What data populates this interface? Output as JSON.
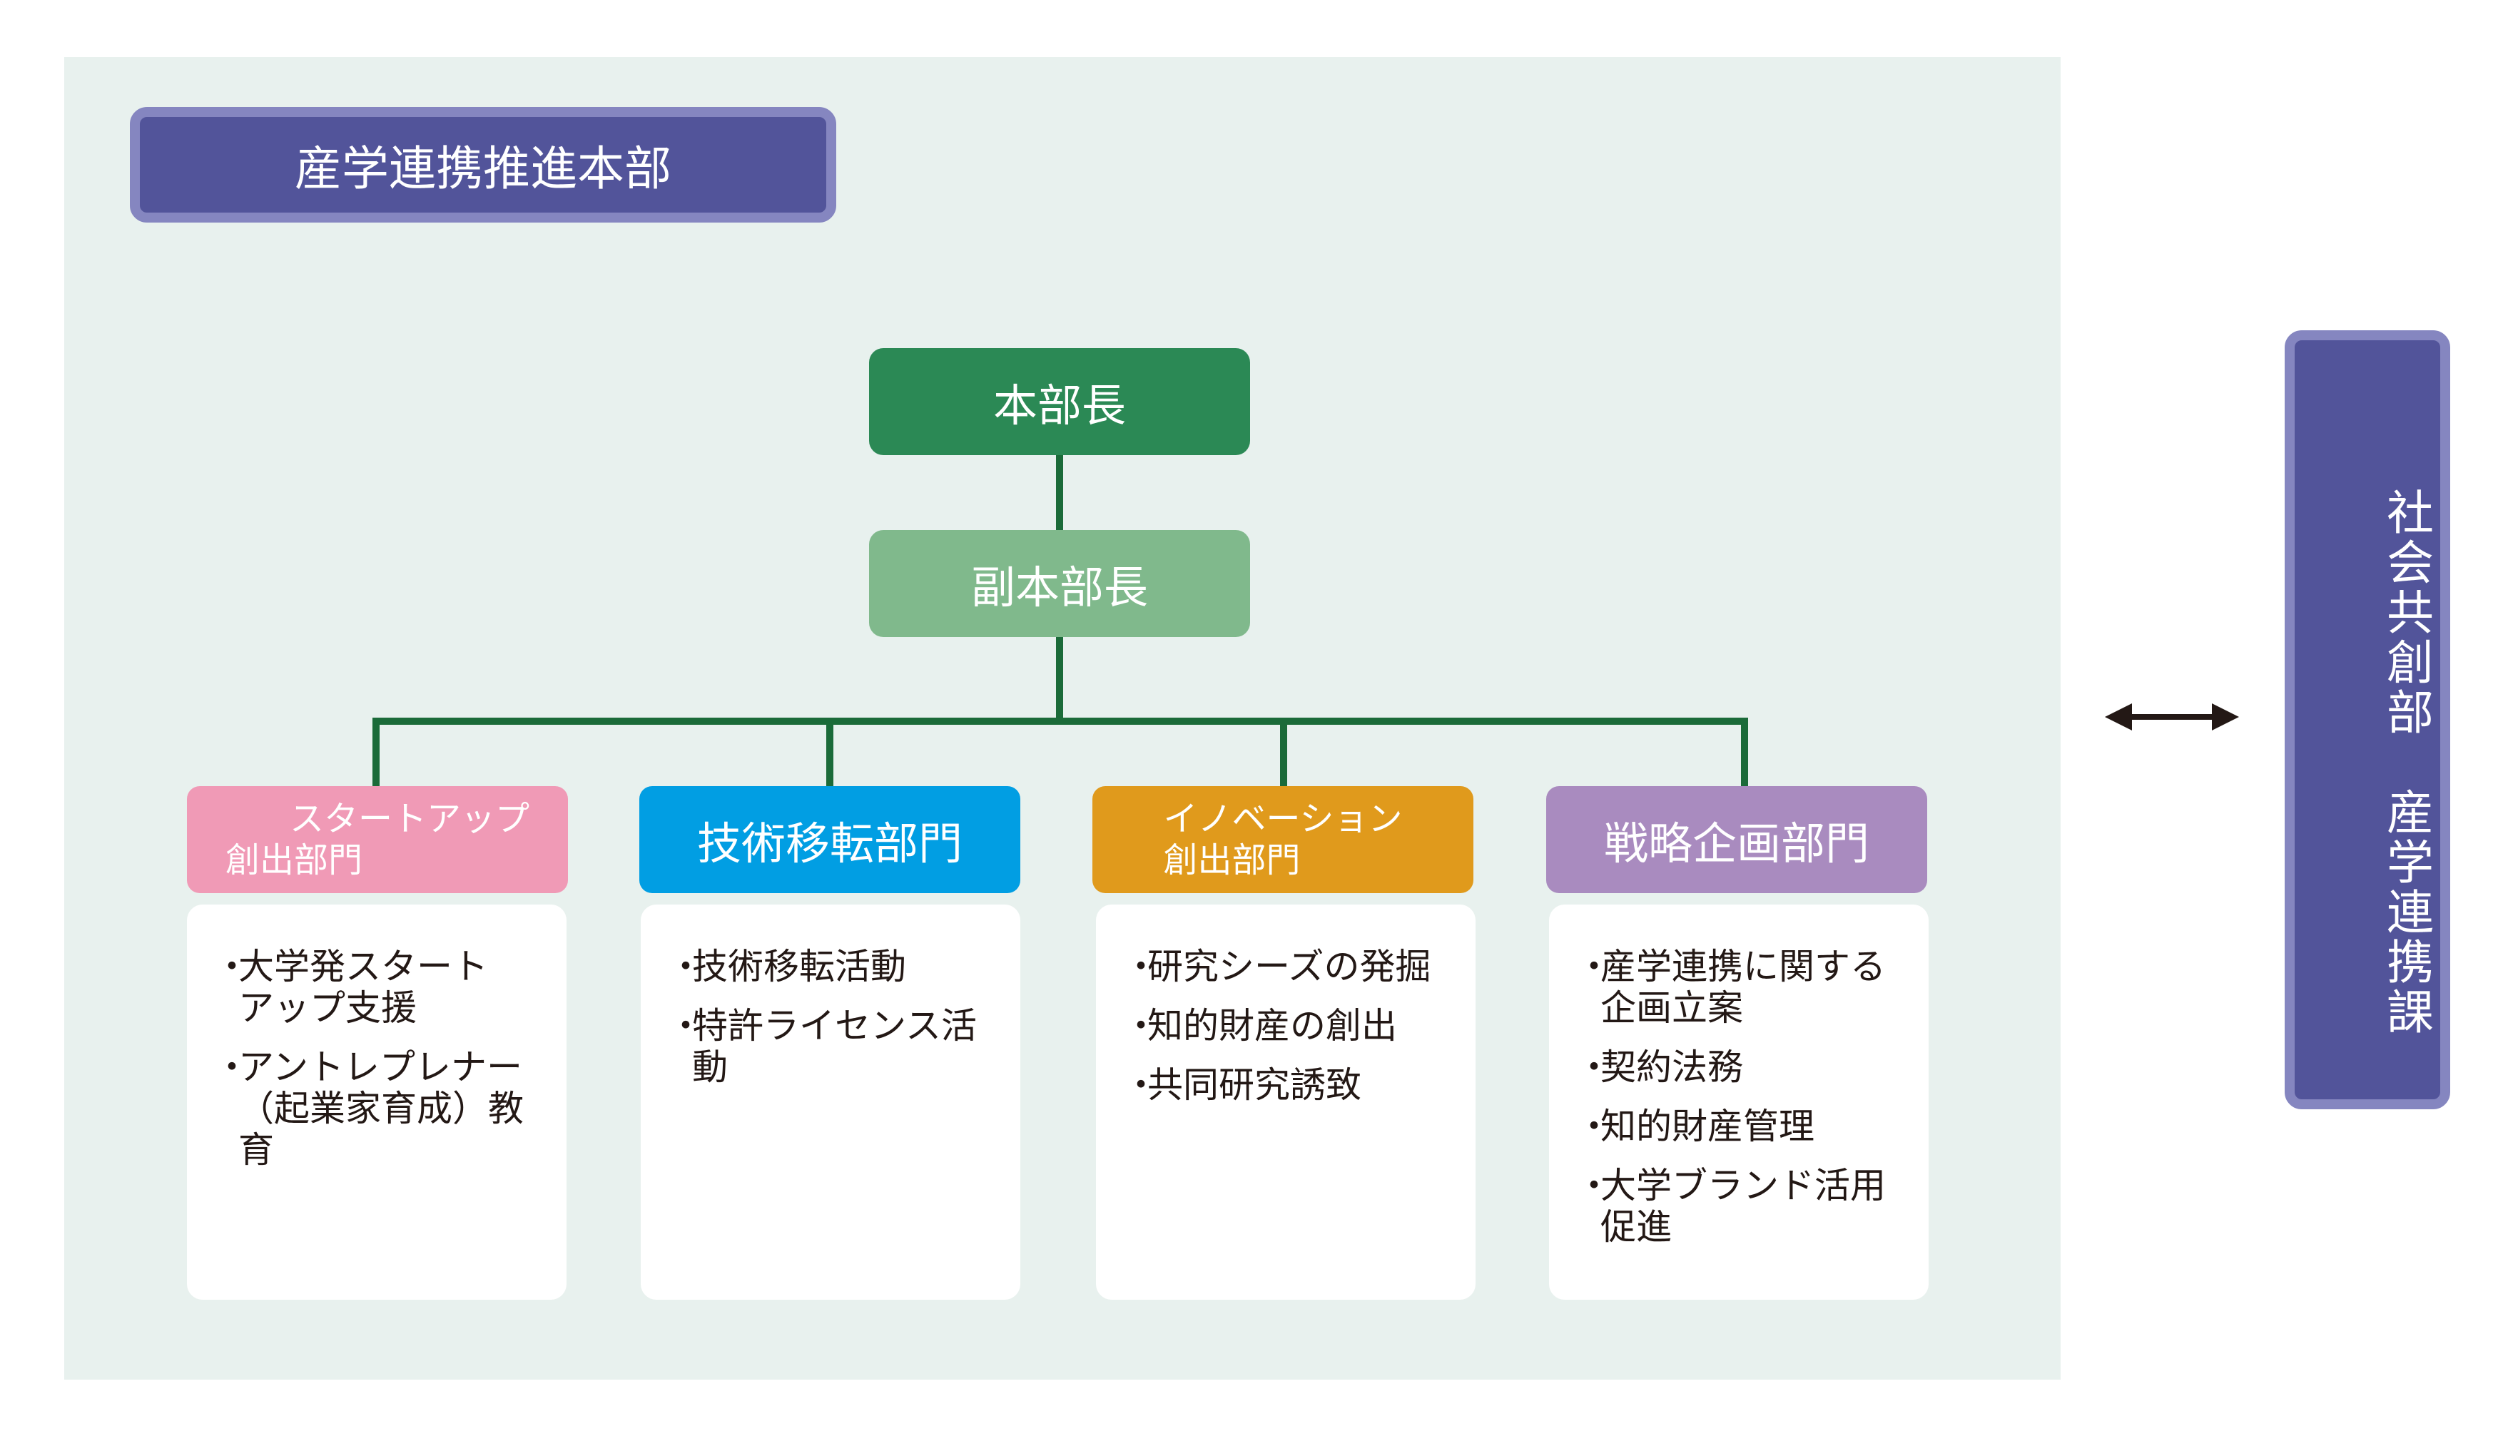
{
  "headquarters": {
    "title": "産学連携推進本部"
  },
  "director": {
    "label": "本部長"
  },
  "deputy": {
    "label": "副本部長"
  },
  "departments": [
    {
      "label_lines": [
        "スタートアップ",
        "創出部門"
      ],
      "color": "#f09ab6",
      "items": [
        [
          "大学発スタート",
          "アップ支援"
        ],
        [
          "アントレプレナー",
          "（起業家育成）教育"
        ]
      ]
    },
    {
      "label_lines": [
        "技術移転部門"
      ],
      "color": "#019ee3",
      "items": [
        [
          "技術移転活動"
        ],
        [
          "特許ライセンス活動"
        ]
      ]
    },
    {
      "label_lines": [
        "イノベーション",
        "創出部門"
      ],
      "color": "#e09a1c",
      "items": [
        [
          "研究シーズの発掘"
        ],
        [
          "知的財産の創出"
        ],
        [
          "共同研究誘致"
        ]
      ]
    },
    {
      "label_lines": [
        "戦略企画部門"
      ],
      "color": "#a98bbf",
      "items": [
        [
          "産学連携に関する",
          "企画立案"
        ],
        [
          "契約法務"
        ],
        [
          "知的財産管理"
        ],
        [
          "大学ブランド活用",
          "促進"
        ]
      ]
    }
  ],
  "partner": {
    "label": "社会共創部　産学連携課"
  },
  "bullet": "・",
  "colors": {
    "panel_bg": "#e8f1ee",
    "navy": "#52549a",
    "navy_border": "#8586c0",
    "director": "#2b8955",
    "deputy": "#80b98c",
    "connector": "#1b6b39"
  }
}
